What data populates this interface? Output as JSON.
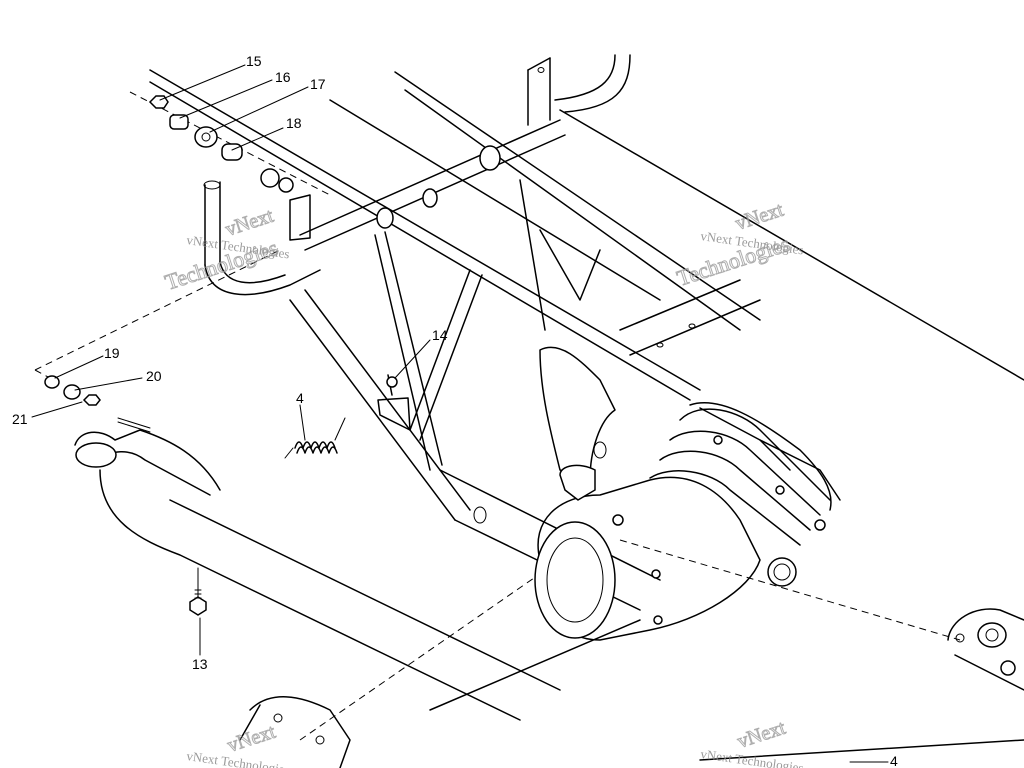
{
  "callouts": {
    "c15": "15",
    "c16": "16",
    "c17": "17",
    "c18": "18",
    "c19": "19",
    "c20": "20",
    "c21": "21",
    "c14": "14",
    "c4": "4",
    "c13": "13",
    "c4b": "4"
  },
  "watermarks": {
    "small": "vNext Technologies",
    "big_line1": "vNext",
    "big_line2": "Technologies"
  }
}
